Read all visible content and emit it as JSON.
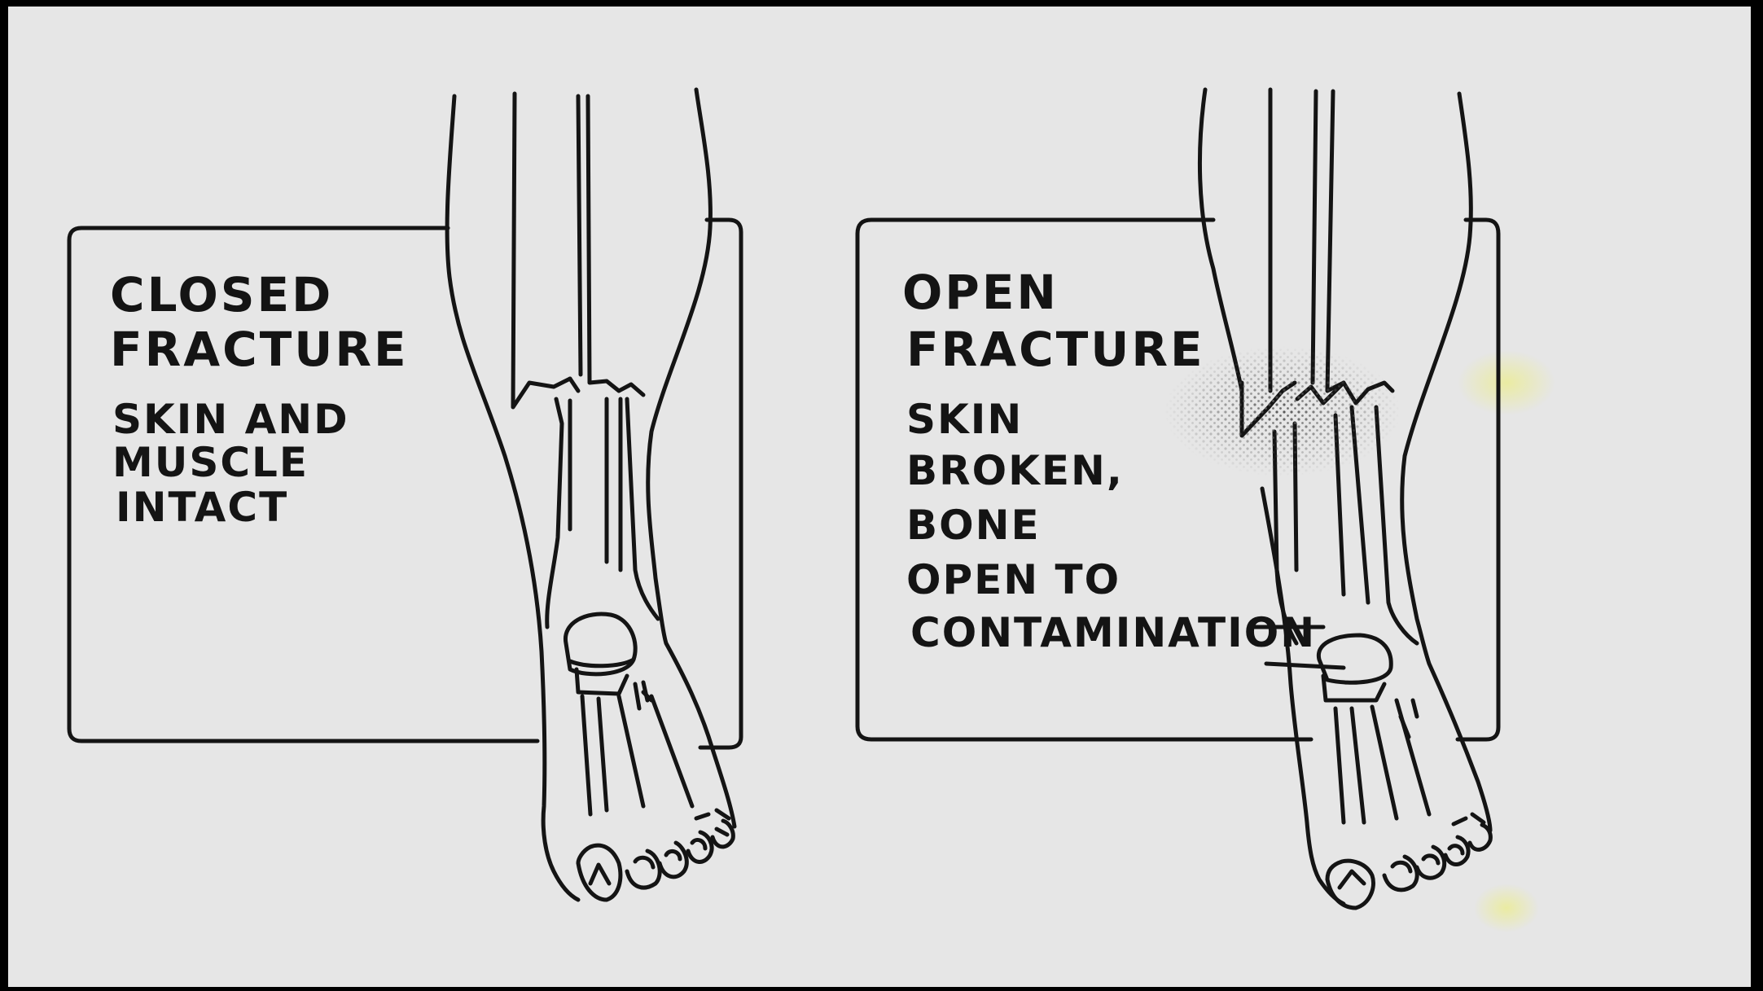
{
  "colors": {
    "paper": "#e6e6e6",
    "ink": "#141414",
    "frame": "#000000",
    "stipple": "#555555",
    "stain": "#eef06a"
  },
  "panels": [
    {
      "title_lines": [
        "CLOSED",
        "FRACTURE"
      ],
      "desc_lines": [
        "SKIN AND",
        "MUSCLE",
        "INTACT"
      ]
    },
    {
      "title_lines": [
        "OPEN",
        "FRACTURE"
      ],
      "desc_lines": [
        "SKIN",
        "BROKEN,",
        "BONE",
        "OPEN TO",
        "CONTAMINATION"
      ]
    }
  ]
}
